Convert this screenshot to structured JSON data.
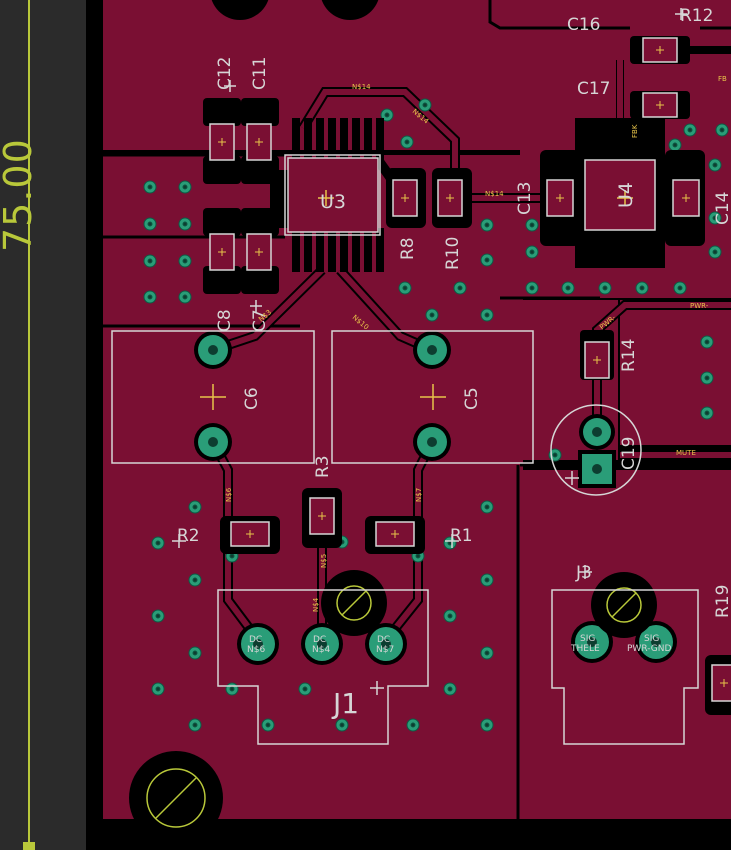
{
  "ruler": {
    "label": "75.00"
  },
  "components": [
    {
      "id": "c16",
      "label": "C16"
    },
    {
      "id": "r12",
      "label": "R12"
    },
    {
      "id": "c17",
      "label": "C17"
    },
    {
      "id": "c12",
      "label": "C12"
    },
    {
      "id": "c11",
      "label": "C11"
    },
    {
      "id": "u3",
      "label": "U3"
    },
    {
      "id": "r8",
      "label": "R8"
    },
    {
      "id": "r10",
      "label": "R10"
    },
    {
      "id": "c13",
      "label": "C13"
    },
    {
      "id": "u4",
      "label": "U4"
    },
    {
      "id": "c14",
      "label": "C14"
    },
    {
      "id": "c8",
      "label": "C8"
    },
    {
      "id": "c7",
      "label": "C7"
    },
    {
      "id": "c6",
      "label": "C6"
    },
    {
      "id": "c5",
      "label": "C5"
    },
    {
      "id": "r14",
      "label": "R14"
    },
    {
      "id": "c19",
      "label": "C19"
    },
    {
      "id": "r3",
      "label": "R3"
    },
    {
      "id": "r2",
      "label": "R2"
    },
    {
      "id": "r1",
      "label": "R1"
    },
    {
      "id": "j3",
      "label": "J3"
    },
    {
      "id": "r19",
      "label": "R19"
    },
    {
      "id": "j1",
      "label": "J1"
    }
  ],
  "nets": {
    "n514": "N$14",
    "n514b": "N$14",
    "n514c": "N$14",
    "n510": "N$10",
    "n53": "N$3",
    "n56": "N$6",
    "n57": "N$7",
    "n54": "N$4",
    "n55": "N$5",
    "fb": "FB",
    "pwr": "PWR-",
    "pwr2": "PWR-",
    "mute": "MUTE",
    "fbk": "FBK"
  },
  "pads": {
    "j1_1": "DC",
    "j1_1b": "N$6",
    "j1_2": "DC",
    "j1_2b": "N$4",
    "j1_3": "DC",
    "j1_3b": "N$7",
    "j3_1": "SIG",
    "j3_1b": "THELE",
    "j3_2": "SIG",
    "j3_2b": "PWR-GND"
  },
  "colors": {
    "copper": "#7a0f33",
    "background": "#000000",
    "silkscreen": "#d6d6d6",
    "pad": "#2a9d78",
    "ruler": "#b9c83a"
  }
}
